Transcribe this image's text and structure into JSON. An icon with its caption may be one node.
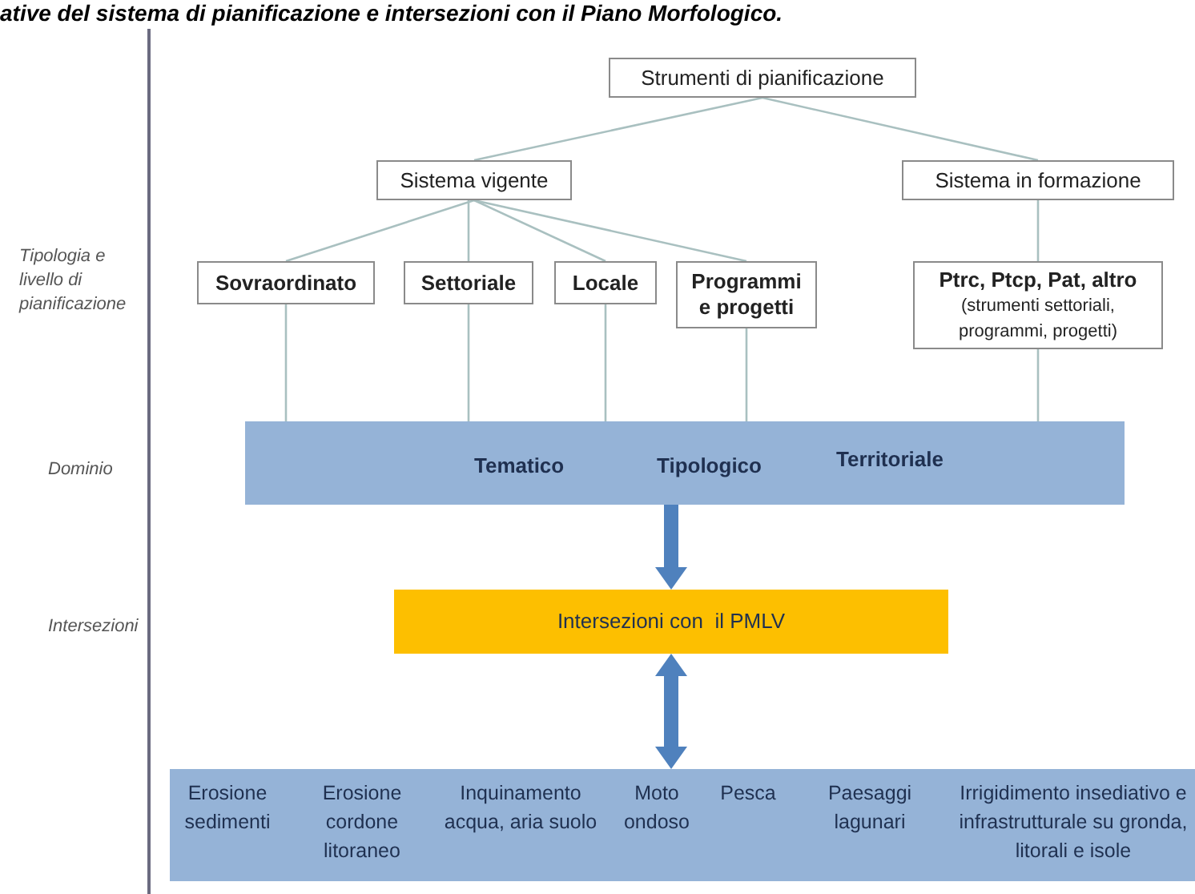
{
  "diagram": {
    "title": "ative del sistema di pianificazione e intersezioni con il Piano Morfologico.",
    "nodes": [
      {
        "text": [
          "Strumenti di pianificazione"
        ]
      },
      {
        "text": [
          "Sistema vigente"
        ]
      },
      {
        "text": [
          "Sistema in formazione"
        ]
      },
      {
        "text": [
          "Sovraordinato"
        ]
      },
      {
        "text": [
          "Settoriale"
        ]
      },
      {
        "text": [
          "Locale"
        ]
      },
      {
        "text": [
          "Programmi e progetti"
        ]
      },
      {
        "text": [
          "Ptrc, Ptcp, Pat, altro",
          "(strumenti settoriali, programmi, progetti)"
        ]
      },
      {
        "text": [
          "Tematico",
          "Tipologico",
          "Territoriale"
        ]
      },
      {
        "text": [
          "Intersezioni con  il PMLV"
        ]
      },
      {
        "text": [
          "Erosione sedimenti",
          "Erosione cordone litoraneo",
          "Inquinamento acqua, aria suolo",
          "Moto ondoso",
          "Pesca",
          "Paesaggi lagunari",
          "Irrigidimento insediativo e infrastrutturale su gronda, litorali e isole"
        ]
      }
    ],
    "edges": [
      {
        "from": 0,
        "to": 1,
        "arrow": "none"
      },
      {
        "from": 0,
        "to": 2,
        "arrow": "none"
      },
      {
        "from": 1,
        "to": 3,
        "arrow": "none"
      },
      {
        "from": 1,
        "to": 4,
        "arrow": "none"
      },
      {
        "from": 1,
        "to": 5,
        "arrow": "none"
      },
      {
        "from": 1,
        "to": 6,
        "arrow": "none"
      },
      {
        "from": 2,
        "to": 7,
        "arrow": "none"
      },
      {
        "from": 3,
        "to": 8,
        "arrow": "none"
      },
      {
        "from": 4,
        "to": 8,
        "arrow": "none"
      },
      {
        "from": 5,
        "to": 8,
        "arrow": "none"
      },
      {
        "from": 6,
        "to": 8,
        "arrow": "none"
      },
      {
        "from": 7,
        "to": 8,
        "arrow": "none"
      },
      {
        "from": 8,
        "to": 9,
        "arrow": "to",
        "style": "thick",
        "color": "#4f81bd"
      },
      {
        "from": 9,
        "to": 10,
        "arrow": "both",
        "style": "thick",
        "color": "#4f81bd"
      }
    ],
    "labels": [
      "Tipologia e livello di pianificazione",
      "Dominio",
      "Intersezioni"
    ]
  }
}
